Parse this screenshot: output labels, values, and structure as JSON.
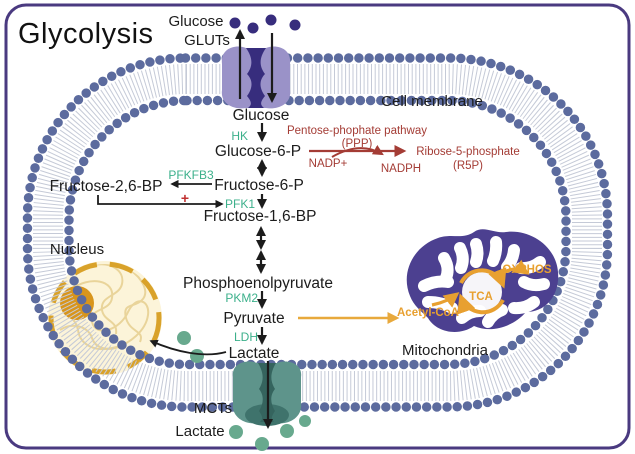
{
  "title": "Glycolysis",
  "cell": {
    "membrane_label": "Cell membrane"
  },
  "extracellular": {
    "glucose_label": "Glucose",
    "lactate_label": "Lactate"
  },
  "transporters": {
    "glut": "GLUTs",
    "mct": "MCTs"
  },
  "pathway": {
    "glucose": "Glucose",
    "glucose_6_p": "Glucose-6-P",
    "fructose_6_p": "Fructose-6-P",
    "fructose_1_6_bp": "Fructose-1,6-BP",
    "fructose_2_6_bp": "Fructose-2,6-BP",
    "pep": "Phosphoenolpyruvate",
    "pyruvate": "Pyruvate",
    "lactate": "Lactate",
    "activation_sign": "+",
    "enzymes": {
      "hk": "HK",
      "pfkfb3": "PFKFB3",
      "pfk1": "PFK1",
      "pkm2": "PKM2",
      "ldh": "LDH"
    }
  },
  "ppp": {
    "name_line1": "Pentose-phophate pathway",
    "name_line2": "(PPP)",
    "nadp": "NADP+",
    "nadph": "NADPH",
    "product_line1": "Ribose-5-phosphate",
    "product_line2": "(R5P)"
  },
  "organelles": {
    "nucleus_label": "Nucleus",
    "mitochondria_label": "Mitochondria",
    "acetyl_coa": "Acetyl-CoA",
    "tca": "TCA",
    "oxphos": "OXPHOS"
  },
  "colors": {
    "enzyme_green": "#3cb08b",
    "ppp_red": "#a43c35",
    "energy_orange": "#e8a030",
    "mitochondria_purple": "#4c4090",
    "glut_purple": "#9a92c8",
    "glucose_dot_purple": "#372d7d",
    "mct_teal": "#5e948b",
    "lactate_dot_teal": "#68a98e",
    "membrane_bead_blue": "#5c6b9e",
    "nucleus_gold": "#d9a22a",
    "border_purple": "#4a3a80"
  }
}
